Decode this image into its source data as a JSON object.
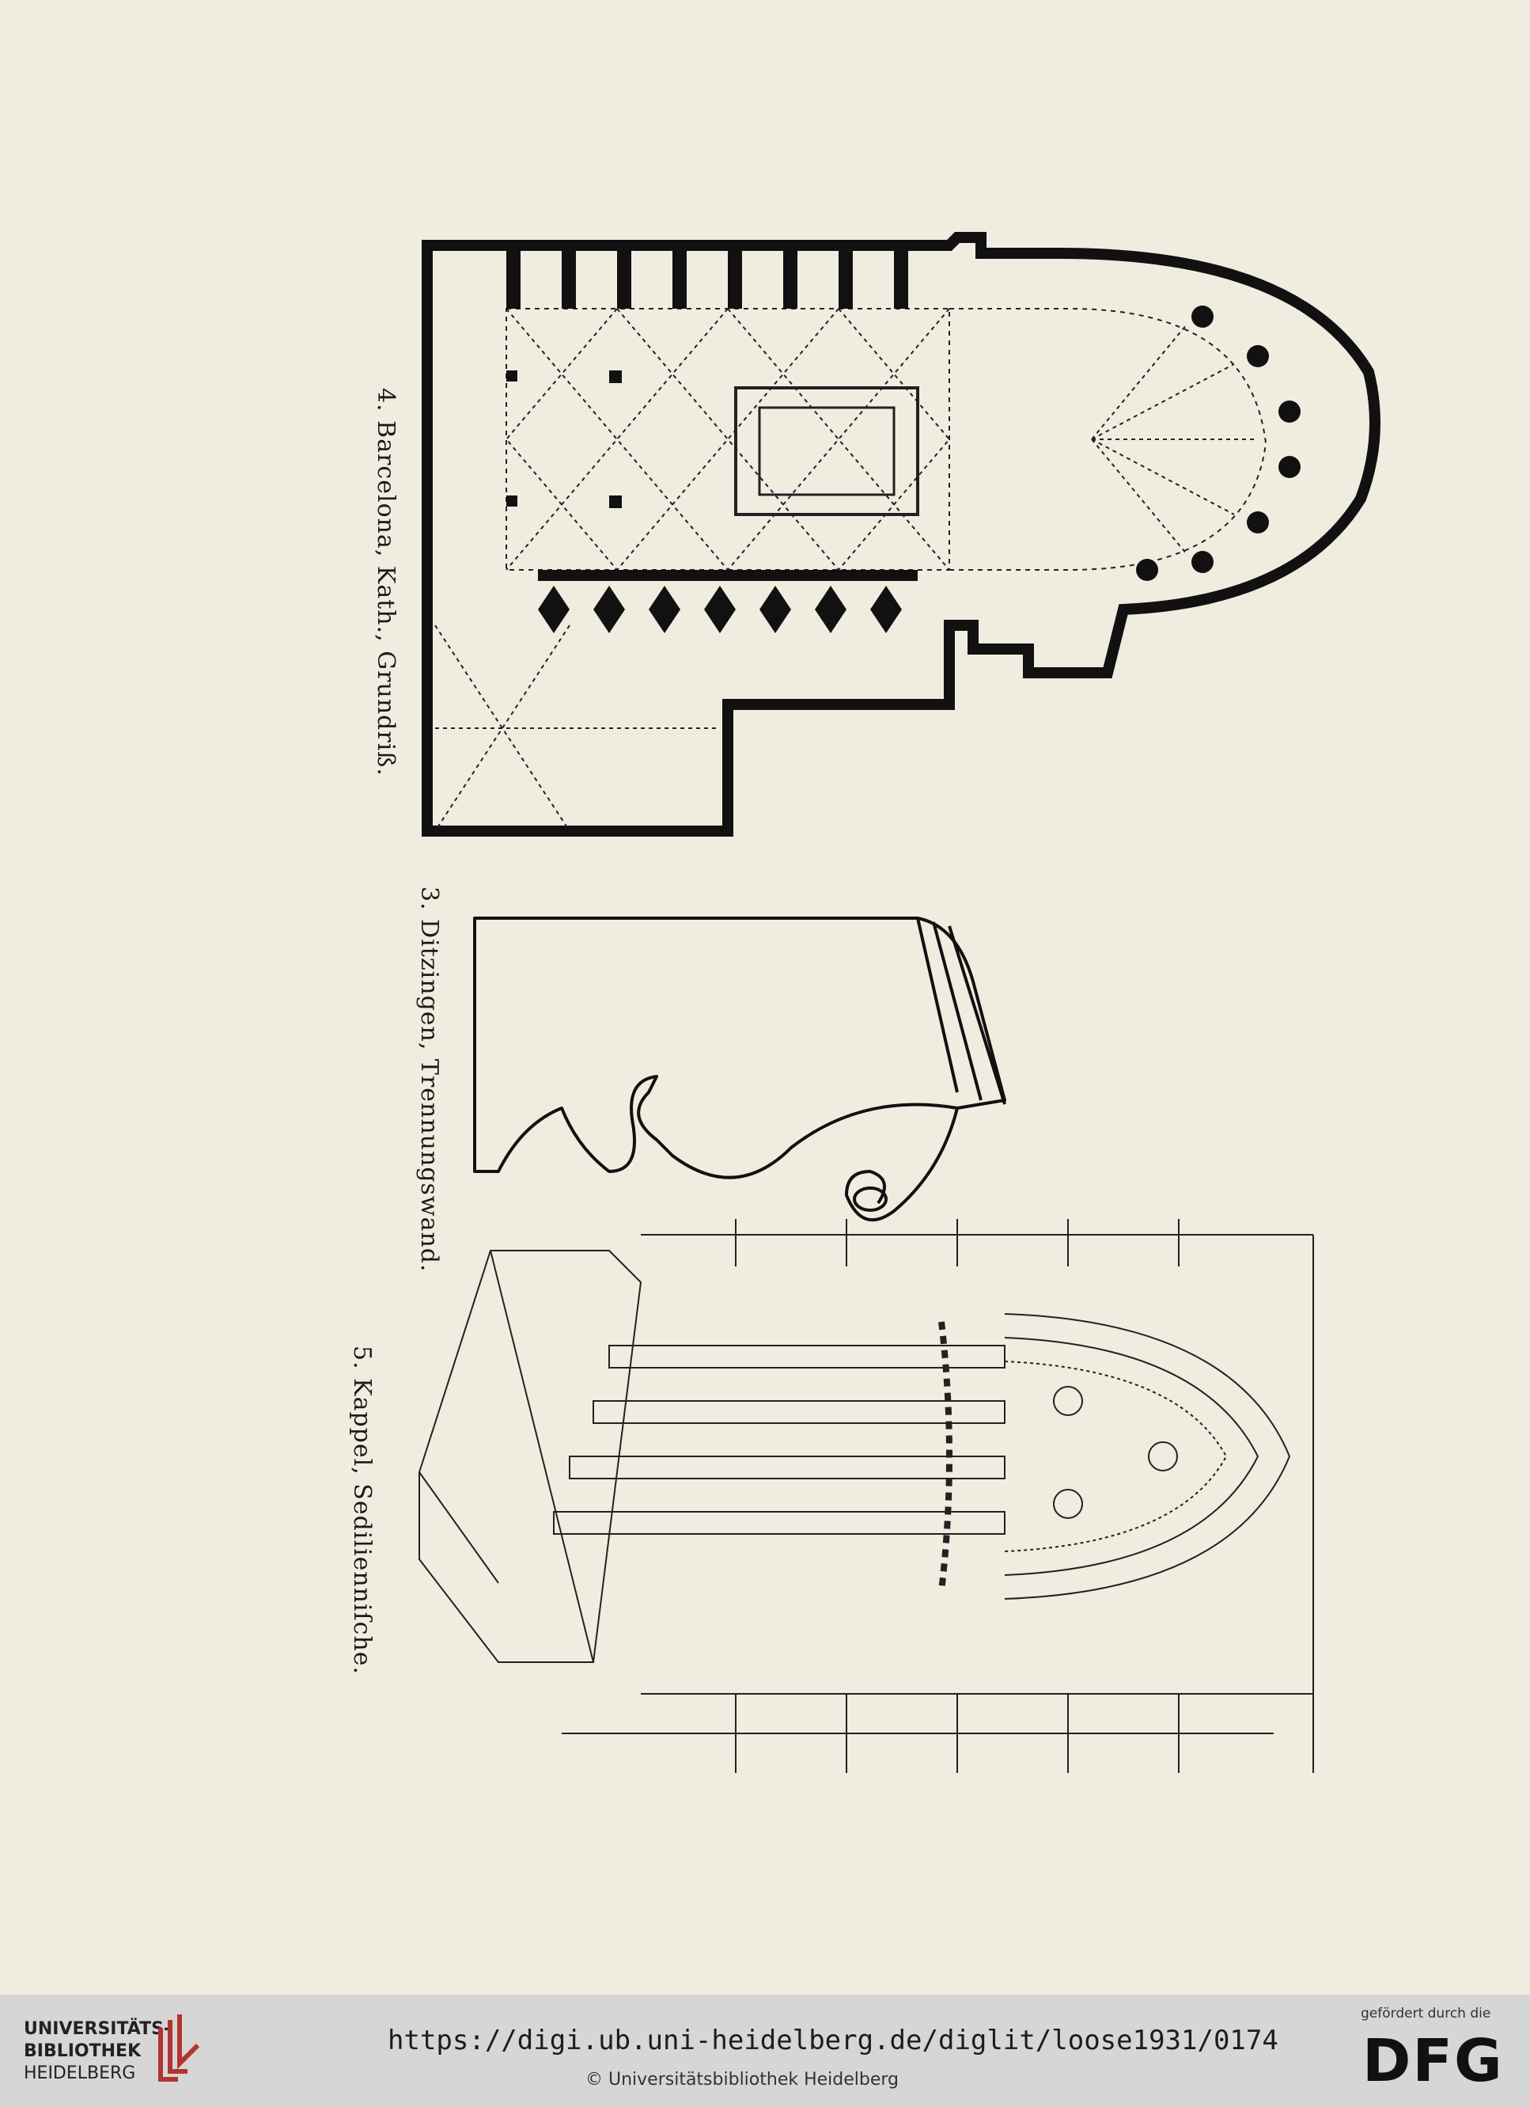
{
  "captions": {
    "fig4": "4. Barcelona, Kath., Grundriß.",
    "fig3": "3. Ditzingen, Trennungswand.",
    "fig5": "5. Kappel, Sedilienniſche."
  },
  "footer": {
    "library_line1": "UNIVERSITÄTS-",
    "library_line2": "BIBLIOTHEK",
    "library_line3": "HEIDELBERG",
    "url": "https://digi.ub.uni-heidelberg.de/diglit/loose1931/0174",
    "copyright": "© Universitätsbibliothek Heidelberg",
    "funding_note": "gefördert durch die",
    "funder_logo": "DFG"
  },
  "icons": {
    "library_logo": "ub-heidelberg-logo-icon"
  },
  "colors": {
    "paper": "#f1ece0",
    "footer_bar": "#d6d6d6",
    "logo_red": "#b3342f"
  }
}
